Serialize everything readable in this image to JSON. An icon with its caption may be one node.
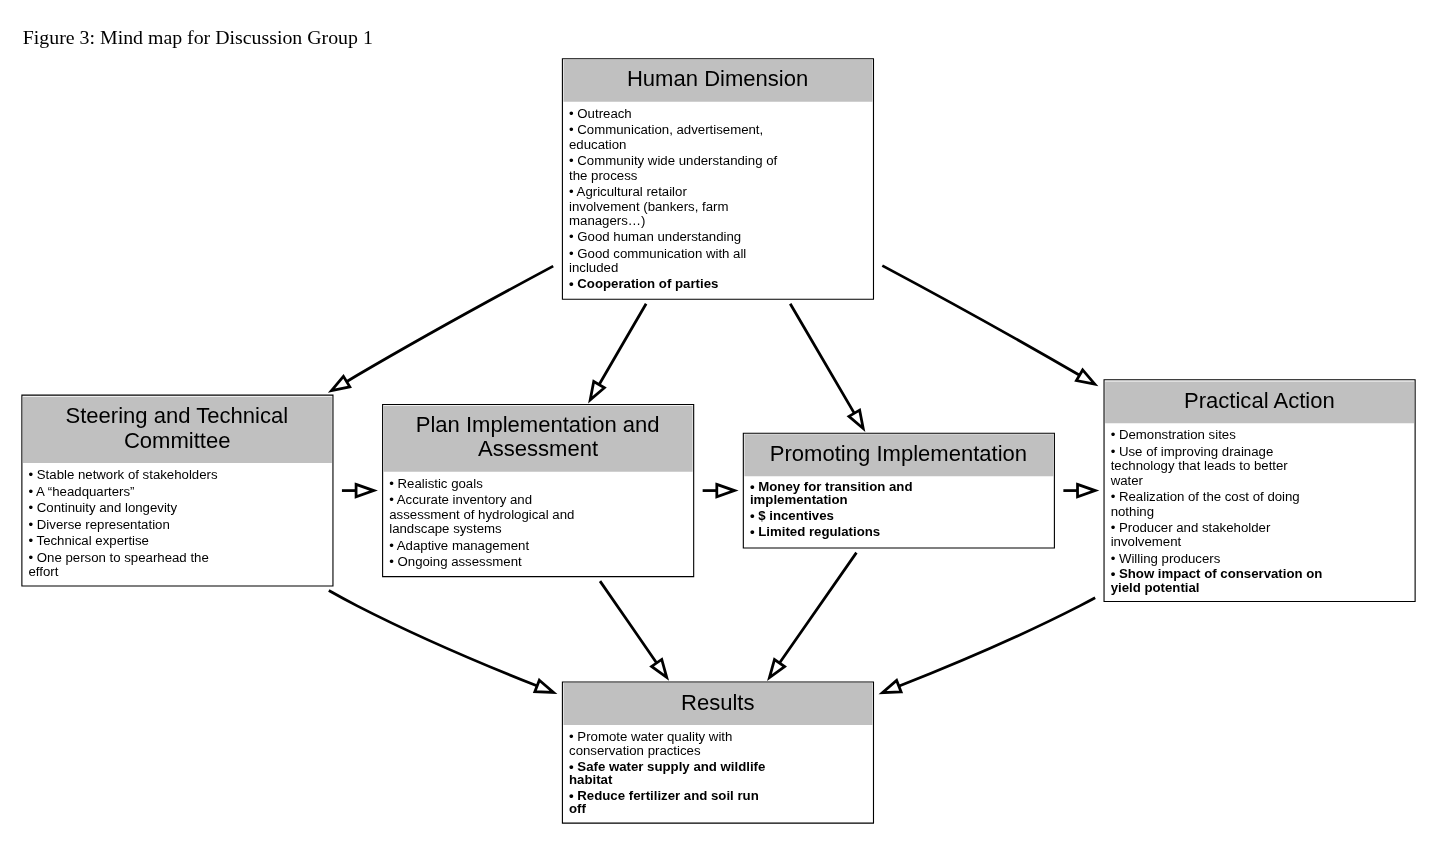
{
  "diagram": {
    "title": "Figure 3: Mind map for Discussion Group 1",
    "nodes": [
      {
        "text": [
          "Human Dimension",
          "• Outreach",
          "• Communication, advertisement, education",
          "• Community wide understanding of the process",
          "• Agricultural retailor involvement (bankers, farm managers…)",
          "• Good human understanding",
          "• Good communication with all included",
          "**• Cooperation of parties**"
        ]
      },
      {
        "text": [
          "Steering and Technical Committee",
          "• Stable network of stakeholders",
          "• A “headquarters”",
          "• Continuity and longevity",
          "• Diverse representation",
          "• Technical expertise",
          "• One person to spearhead the effort"
        ]
      },
      {
        "text": [
          "Plan Implementation and Assessment",
          "• Realistic goals",
          "• Accurate inventory and assessment of hydrological and landscape systems",
          "• Adaptive management",
          "• Ongoing assessment"
        ]
      },
      {
        "text": [
          "Promoting Implementation",
          "**• Money for transition and implementation**",
          "**• $ incentives**",
          "**• Limited regulations**"
        ]
      },
      {
        "text": [
          "Practical Action",
          "• Demonstration sites",
          "• Use of improving drainage technology that leads to better water",
          "• Realization of the cost of doing nothing",
          "• Producer and stakeholder involvement",
          "• Willing producers",
          "**• Show impact of conservation on yield potential**"
        ]
      },
      {
        "text": [
          "Results",
          "• Promote water quality with conservation practices",
          "**• Safe water supply and wildlife habitat**",
          "**• Reduce fertilizer and soil run off**"
        ]
      }
    ],
    "edges": [
      {
        "from": 0,
        "to": 1,
        "arrow": "to"
      },
      {
        "from": 0,
        "to": 2,
        "arrow": "to"
      },
      {
        "from": 0,
        "to": 3,
        "arrow": "to"
      },
      {
        "from": 0,
        "to": 4,
        "arrow": "to"
      },
      {
        "from": 1,
        "to": 2,
        "arrow": "to"
      },
      {
        "from": 2,
        "to": 3,
        "arrow": "to"
      },
      {
        "from": 3,
        "to": 4,
        "arrow": "to"
      },
      {
        "from": 1,
        "to": 5,
        "arrow": "to"
      },
      {
        "from": 2,
        "to": 5,
        "arrow": "to"
      },
      {
        "from": 3,
        "to": 5,
        "arrow": "to"
      },
      {
        "from": 4,
        "to": 5,
        "arrow": "to"
      }
    ]
  }
}
